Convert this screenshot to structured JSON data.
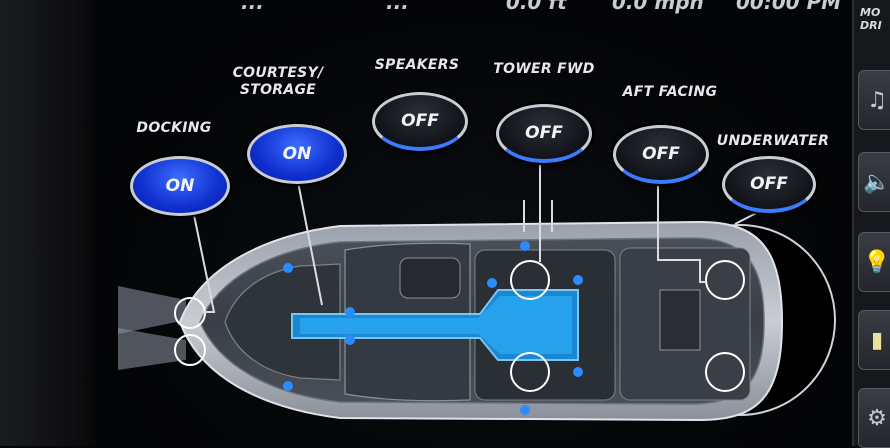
{
  "status_bar": {
    "items": [
      "",
      "...",
      "...",
      "0.0 ft",
      "0.0 mph",
      "00:00 PM"
    ]
  },
  "zones": [
    {
      "id": "docking",
      "label": "DOCKING",
      "state": "ON"
    },
    {
      "id": "courtesy",
      "label": "COURTESY/\nSTORAGE",
      "state": "ON"
    },
    {
      "id": "speakers",
      "label": "SPEAKERS",
      "state": "OFF"
    },
    {
      "id": "tower",
      "label": "TOWER FWD",
      "state": "OFF"
    },
    {
      "id": "aft",
      "label": "AFT FACING",
      "state": "OFF"
    },
    {
      "id": "underwater",
      "label": "UNDERWATER",
      "state": "OFF"
    }
  ],
  "side_panel": {
    "label": "MO\nDRI",
    "buttons": [
      {
        "name": "music",
        "icon": "music-note-icon",
        "glyph": "♫"
      },
      {
        "name": "speaker",
        "icon": "speaker-icon",
        "glyph": "🔈"
      },
      {
        "name": "light",
        "icon": "light-bulb-icon",
        "glyph": "💡"
      },
      {
        "name": "battery",
        "icon": "battery-icon",
        "glyph": "▮"
      },
      {
        "name": "settings",
        "icon": "gear-icon",
        "glyph": "⚙"
      }
    ]
  },
  "colors": {
    "on_fill": "#1637e0",
    "off_accent": "#3a7cff",
    "courtesy_light": "#19a9ff"
  }
}
